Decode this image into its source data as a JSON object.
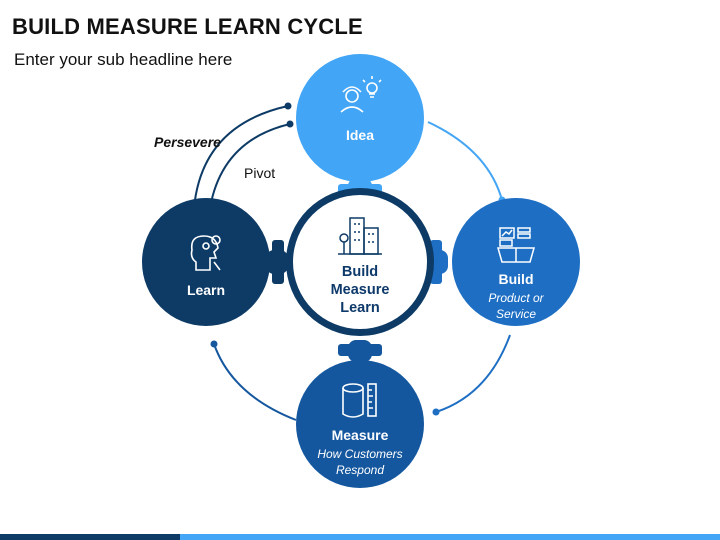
{
  "title": "BUILD MEASURE LEARN CYCLE",
  "subtitle": "Enter your sub headline here",
  "center": {
    "line1": "Build",
    "line2": "Measure",
    "line3": "Learn"
  },
  "nodes": {
    "idea": {
      "title": "Idea"
    },
    "build": {
      "title": "Build",
      "sub1": "Product or",
      "sub2": "Service"
    },
    "measure": {
      "title": "Measure",
      "sub1": "How Customers",
      "sub2": "Respond"
    },
    "learn": {
      "title": "Learn"
    }
  },
  "labels": {
    "persevere": "Persevere",
    "pivot": "Pivot"
  },
  "colors": {
    "idea": "#42a5f5",
    "build": "#1e6fc4",
    "measure": "#14579f",
    "learn": "#0d3b66",
    "center_ring": "#0d3b66",
    "bar_dark": "#0d3b66",
    "bar_light": "#42a5f5"
  }
}
